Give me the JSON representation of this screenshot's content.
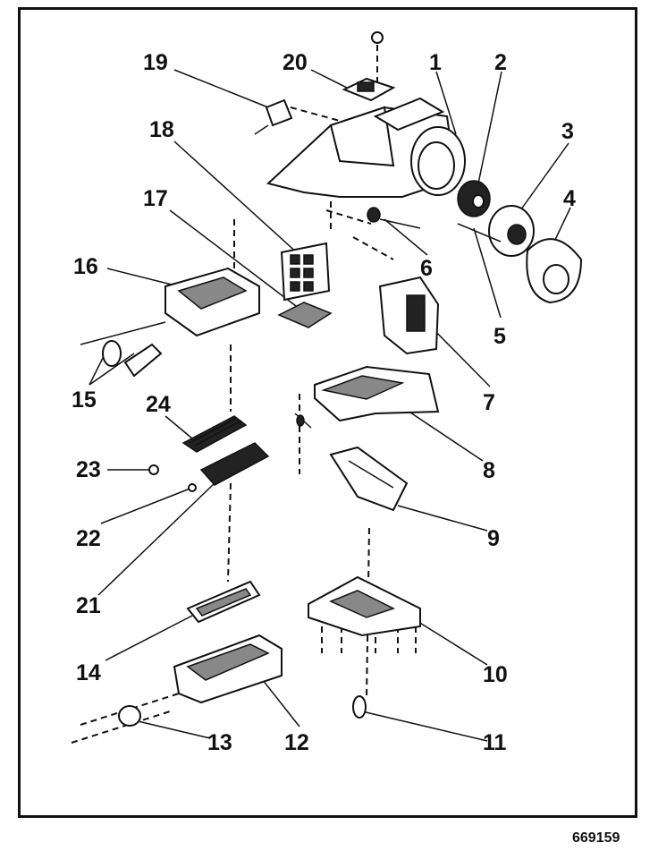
{
  "figure_id": "669159",
  "callouts": [
    "1",
    "2",
    "3",
    "4",
    "5",
    "6",
    "7",
    "8",
    "9",
    "10",
    "11",
    "12",
    "13",
    "14",
    "15",
    "16",
    "17",
    "18",
    "19",
    "20",
    "21",
    "22",
    "23",
    "24"
  ]
}
